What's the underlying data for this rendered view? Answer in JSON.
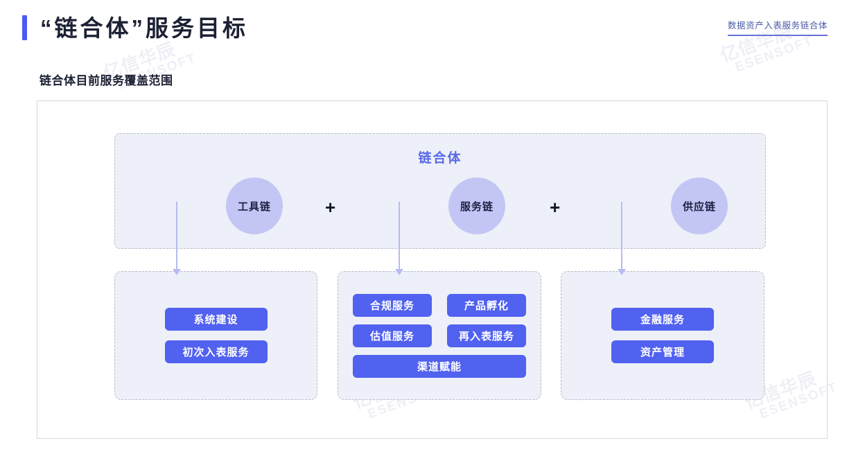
{
  "header": {
    "title": "“链合体”服务目标",
    "brand_tag": "数据资产入表服务链合体",
    "subtitle": "链合体目前服务覆盖范围",
    "accent_color": "#4C5BF0"
  },
  "watermark": {
    "cn": "亿信华辰",
    "en": "ESENSOFT",
    "color": "#c9cce4"
  },
  "diagram": {
    "union": {
      "title": "链合体",
      "title_color": "#5b6ae8",
      "panel_bg": "#edf0f8",
      "panel_border": "#b9bcc9",
      "circle_color": "#c3c6f4",
      "nodes": [
        {
          "label": "工具链"
        },
        {
          "label": "服务链"
        },
        {
          "label": "供应链"
        }
      ],
      "operators": [
        "+",
        "+"
      ]
    },
    "pill_color": "#5161f0",
    "panels": [
      {
        "name": "tool-chain",
        "layout": "stacked",
        "items": [
          "系统建设",
          "初次入表服务"
        ]
      },
      {
        "name": "service-chain",
        "layout": "grid",
        "rows": [
          [
            "合规服务",
            "产品孵化"
          ],
          [
            "估值服务",
            "再入表服务"
          ]
        ],
        "full_width_item": "渠道赋能"
      },
      {
        "name": "supply-chain",
        "layout": "stacked",
        "items": [
          "金融服务",
          "资产管理"
        ]
      }
    ]
  }
}
